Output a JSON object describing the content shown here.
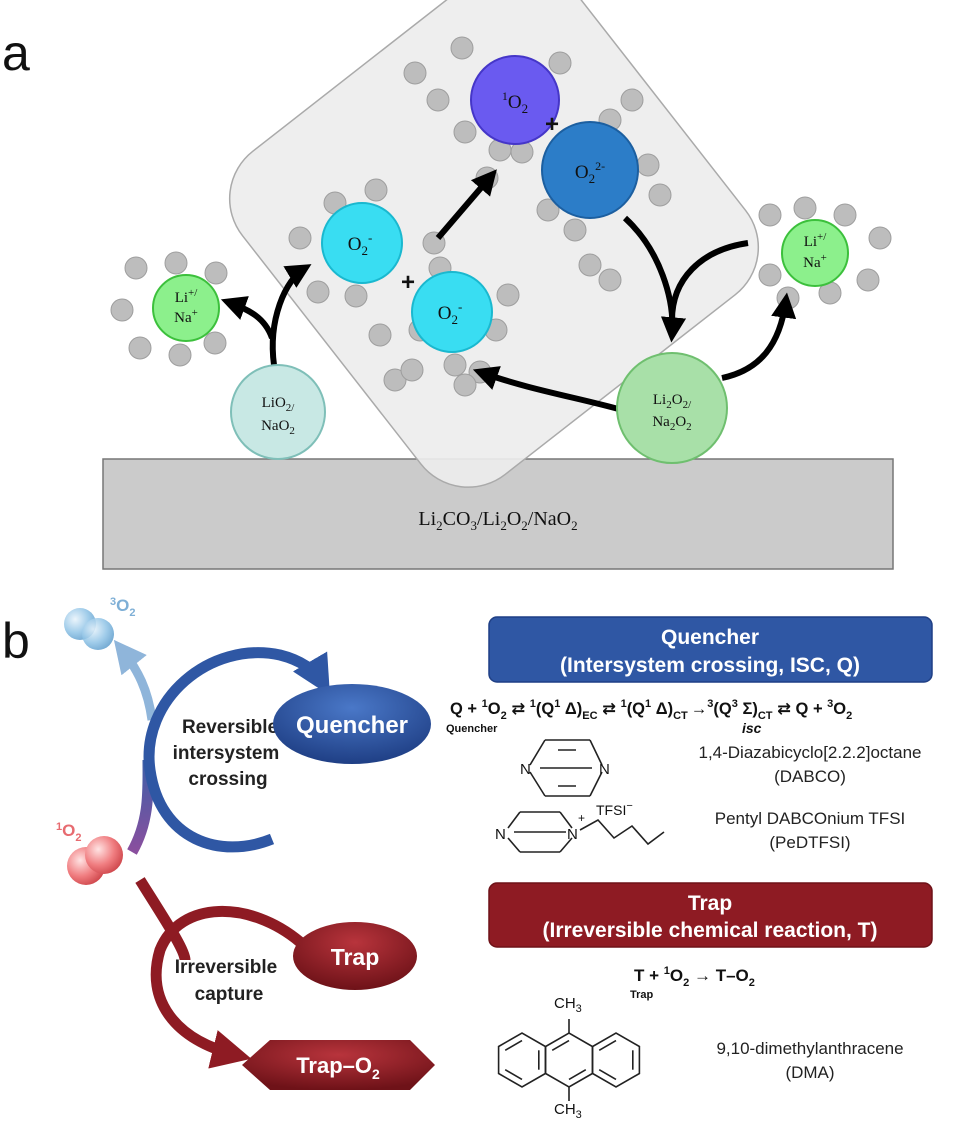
{
  "panel_a": {
    "letter": "a",
    "singlet_oxygen": {
      "base": "O",
      "sub": "2",
      "sup": "1"
    },
    "peroxide": {
      "base": "O",
      "sub": "2",
      "sup": "2-"
    },
    "superoxide_1": {
      "base": "O",
      "sub": "2",
      "sup": "-"
    },
    "superoxide_2": {
      "base": "O",
      "sub": "2",
      "sup": "-"
    },
    "plus_sign": "+",
    "cation_left": {
      "line1_base": "Li",
      "line1_sup": "+/",
      "line2_base": "Na",
      "line2_sup": "+"
    },
    "cation_right": {
      "line1_base": "Li",
      "line1_sup": "+/",
      "line2_base": "Na",
      "line2_sup": "+"
    },
    "lio2_label": {
      "line1_base": "LiO",
      "line1_sub": "2/",
      "line2_base": "NaO",
      "line2_sub": "2"
    },
    "li2o2_label": {
      "line1_a": "Li",
      "line1_sub1": "2",
      "line1_b": "O",
      "line1_sub2": "2/",
      "line2_a": "Na",
      "line2_sub1": "2",
      "line2_b": "O",
      "line2_sub2": "2"
    },
    "substrate": {
      "a": "Li",
      "s1": "2",
      "b": "CO",
      "s2": "3",
      "c": "/Li",
      "s3": "2",
      "d": "O",
      "s4": "2",
      "e": "/NaO",
      "s5": "2"
    }
  },
  "panel_b": {
    "letter": "b",
    "triplet_label": {
      "sup": "3",
      "base": "O",
      "sub": "2"
    },
    "singlet_label": {
      "sup": "1",
      "base": "O",
      "sub": "2"
    },
    "reversible_text": [
      "Reversible",
      "intersystem",
      "crossing"
    ],
    "quencher_ellipse": "Quencher",
    "irreversible_text": [
      "Irreversible",
      "capture"
    ],
    "trap_ellipse": "Trap",
    "trap_o2": {
      "base": "Trap–O",
      "sub": "2"
    },
    "quencher_header": [
      "Quencher",
      "(Intersystem crossing, ISC, Q)"
    ],
    "quencher_eq": {
      "p1": "Q + ",
      "sup1": "1",
      "p2": "O",
      "sub1": "2",
      "p3": " ⇄ ",
      "sup2": "1",
      "p4": "(Q",
      "sup3": "1",
      "p5": " Δ)",
      "sub2": "EC",
      "p6": " ⇄ ",
      "sup4": "1",
      "p7": "(Q",
      "sup5": "1",
      "p8": " Δ)",
      "sub3": "CT",
      "arrow": "→",
      "isc": "isc",
      "sup6": "3",
      "p9": "(Q",
      "sup7": "3",
      "p10": " Σ)",
      "sub4": "CT",
      "p11": " ⇄ Q + ",
      "sup8": "3",
      "p12": "O",
      "sub5": "2",
      "under_q": "Quencher"
    },
    "dabco_name": [
      "1,4-Diazabicyclo[2.2.2]octane",
      "(DABCO)"
    ],
    "pedtfsi_name": [
      "Pentyl DABCOnium TFSI",
      "(PeDTFSI)"
    ],
    "tfsi_label": {
      "base": "TFSI",
      "sup": "−"
    },
    "n_atom": "N",
    "n_plus": "+",
    "trap_header": [
      "Trap",
      "(Irreversible chemical reaction, T)"
    ],
    "trap_eq": {
      "p1": "T + ",
      "sup1": "1",
      "p2": "O",
      "sub1": "2",
      "p3": " → T–O",
      "sub2": "2",
      "under_t": "Trap"
    },
    "dma_name": [
      "9,10-dimethylanthracene",
      "(DMA)"
    ],
    "ch3": {
      "base": "CH",
      "sub": "3"
    }
  },
  "colors": {
    "quencher_blue": "#2F57A4",
    "trap_red": "#8E1B23",
    "cyan_superoxide": "#39DDF2",
    "singlet_purple": "#6A5AF0",
    "peroxide_blue": "#2C7DC8",
    "cation_green": "#8CF08C",
    "substrate_gray": "#CBCBCB"
  }
}
